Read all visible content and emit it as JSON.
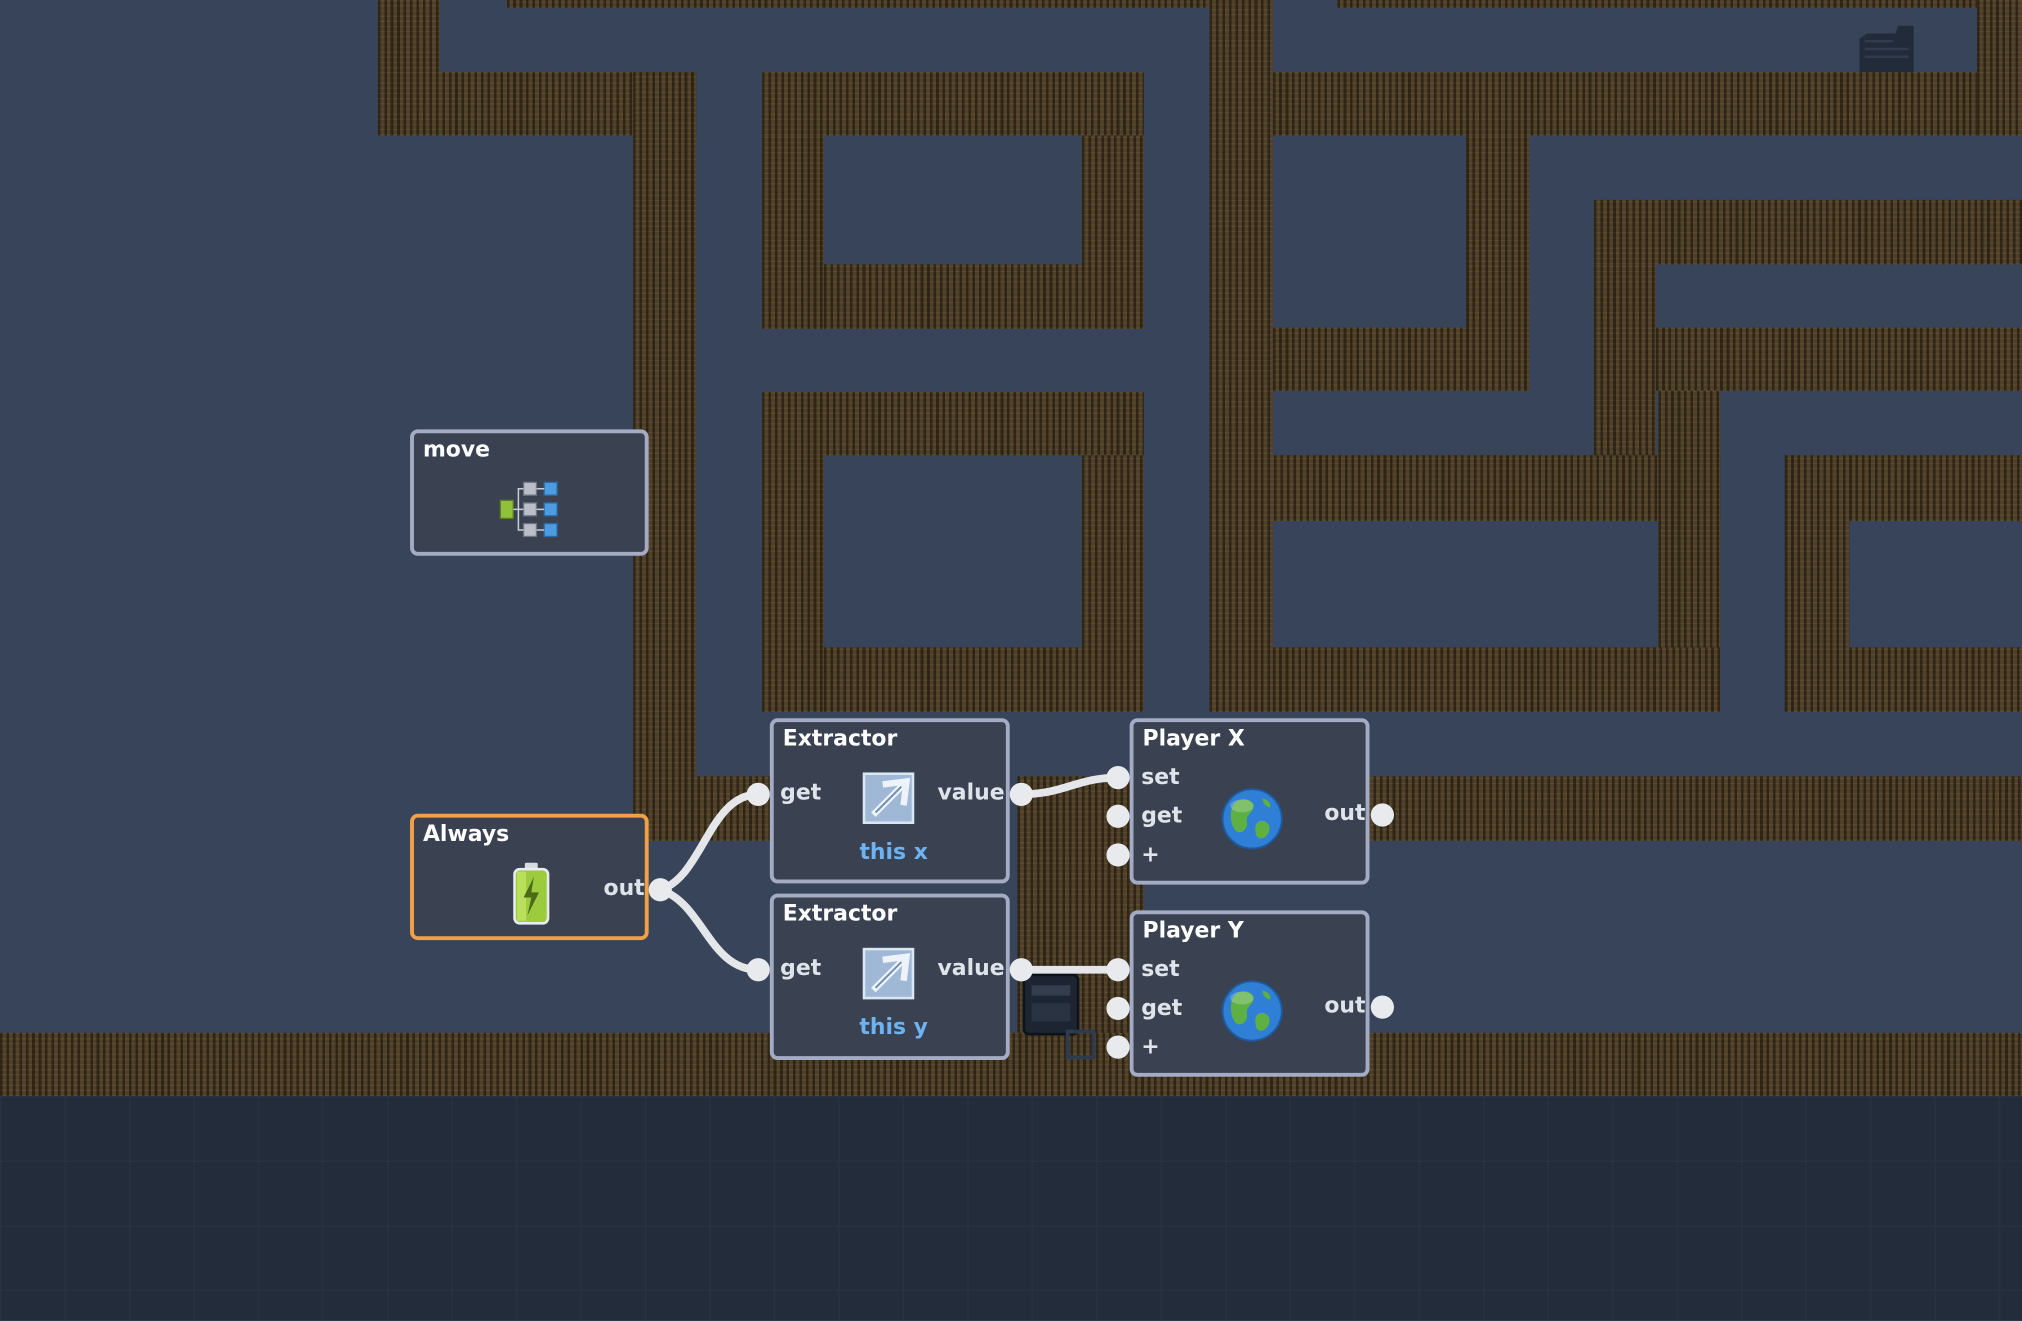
{
  "nodes": {
    "move": {
      "title": "move",
      "icon": "behavior-tree-icon"
    },
    "always": {
      "title": "Always",
      "out_label": "out",
      "icon": "battery-icon"
    },
    "extractor_x": {
      "title": "Extractor",
      "get_label": "get",
      "value_label": "value",
      "sub": "this x",
      "icon": "extract-arrow-icon"
    },
    "extractor_y": {
      "title": "Extractor",
      "get_label": "get",
      "value_label": "value",
      "sub": "this y",
      "icon": "extract-arrow-icon"
    },
    "player_x": {
      "title": "Player X",
      "set_label": "set",
      "get_label": "get",
      "plus_label": "+",
      "out_label": "out",
      "icon": "globe-icon"
    },
    "player_y": {
      "title": "Player Y",
      "set_label": "set",
      "get_label": "get",
      "plus_label": "+",
      "out_label": "out",
      "icon": "globe-icon"
    }
  },
  "colors": {
    "floor": "#374459",
    "wall": "#4d3f28",
    "node_bg": "#3a4150",
    "node_border": "#a3acc4",
    "selected_border": "#f1a04a",
    "sub_text": "#6db2f3"
  }
}
